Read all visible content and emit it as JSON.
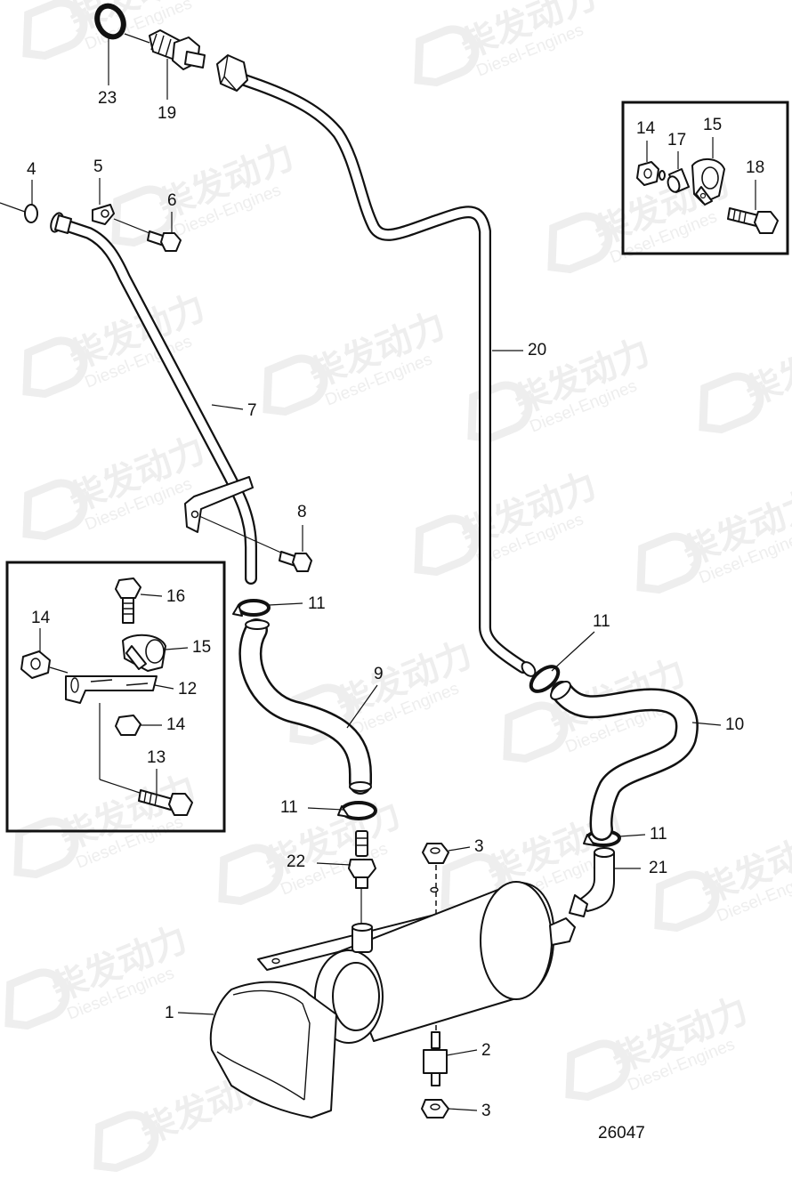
{
  "watermark": {
    "cn": "柴发动力",
    "en": "Diesel-Engines"
  },
  "drawing_number": "26047",
  "callouts": {
    "c1": "1",
    "c2": "2",
    "c3a": "3",
    "c3b": "3",
    "c4": "4",
    "c5": "5",
    "c6": "6",
    "c7": "7",
    "c8": "8",
    "c9": "9",
    "c10": "10",
    "c11a": "11",
    "c11b": "11",
    "c11c": "11",
    "c11d": "11",
    "c19": "19",
    "c20": "20",
    "c21": "21",
    "c22": "22",
    "c23": "23"
  },
  "inset_top_right": {
    "c14": "14",
    "c15": "15",
    "c17": "17",
    "c18": "18"
  },
  "inset_left": {
    "c12": "12",
    "c13": "13",
    "c14a": "14",
    "c14b": "14",
    "c15": "15",
    "c16": "16"
  }
}
